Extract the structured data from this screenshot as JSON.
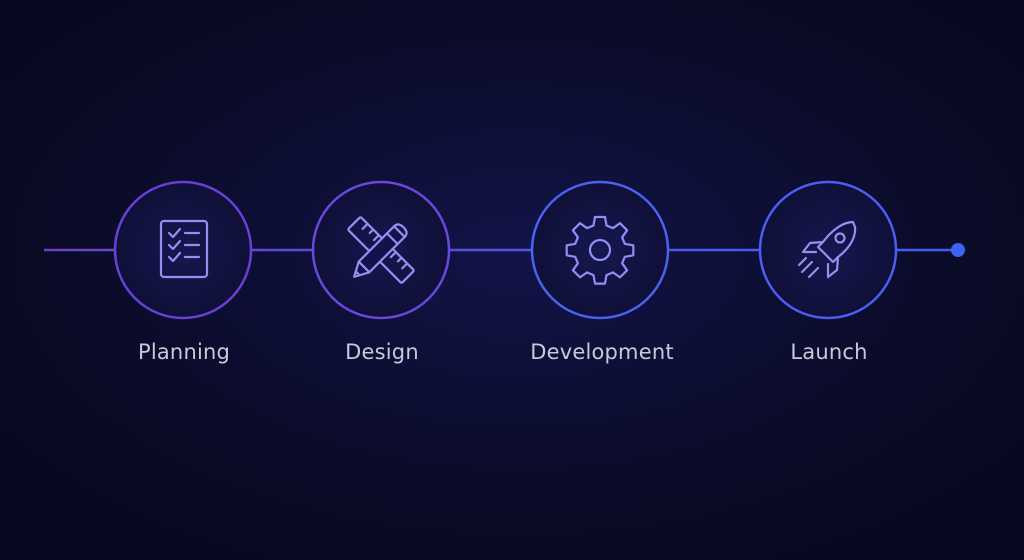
{
  "steps": [
    {
      "label": "Planning",
      "icon": "checklist-icon",
      "color": "#6a3fd6"
    },
    {
      "label": "Design",
      "icon": "ruler-pencil-icon",
      "color": "#6a48de"
    },
    {
      "label": "Development",
      "icon": "gear-icon",
      "color": "#4a62f0"
    },
    {
      "label": "Launch",
      "icon": "rocket-icon",
      "color": "#4d5cf2"
    }
  ],
  "colors": {
    "background": "#0a0b24",
    "line_start": "#6b3fd0",
    "line_end": "#3f5ff0",
    "end_dot": "#3d63f5",
    "label_text": "#c9c9d9"
  }
}
